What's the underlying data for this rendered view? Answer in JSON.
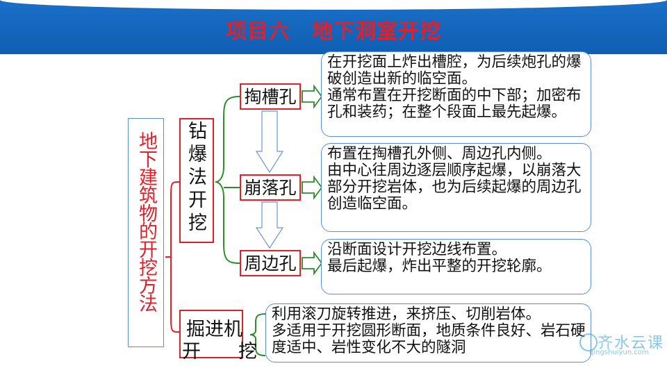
{
  "title": "项目六　地下洞室开挖",
  "root": "地下建筑物的开挖方法",
  "methods": [
    {
      "label": "钻爆法开挖",
      "holes": [
        {
          "label": "掏槽孔",
          "desc": [
            "在开挖面上炸出槽腔，为后续炮孔的爆破创造出新的临空面。",
            "通常布置在开挖断面的中下部；加密布孔和装药；在整个段面上最先起爆。"
          ]
        },
        {
          "label": "崩落孔",
          "desc": [
            "布置在掏槽孔外侧、周边孔内侧。",
            "由中心往周边逐层顺序起爆，以崩落大部分开挖岩体，也为后续起爆的周边孔创造临空面。"
          ]
        },
        {
          "label": "周边孔",
          "desc": [
            "沿断面设计开挖边线布置。",
            "最后起爆，炸出平整的开挖轮廓。"
          ]
        }
      ]
    },
    {
      "label_line1": "掘进机",
      "label_line2": "开　　挖",
      "desc": [
        "利用滚刀旋转推进，来挤压、切削岩体。",
        "多适用于开挖圆形断面，地质条件良好、岩石硬度适中、岩性变化不大的隧洞"
      ]
    }
  ],
  "watermark": {
    "cn": "齐水云课",
    "en": "qingshuiyun.com"
  },
  "colors": {
    "header": "#1266c0",
    "title": "#e0202a",
    "brace": "#2e8b2e",
    "box_border": "#e0202a",
    "desc_border": "#5b8dd6"
  }
}
